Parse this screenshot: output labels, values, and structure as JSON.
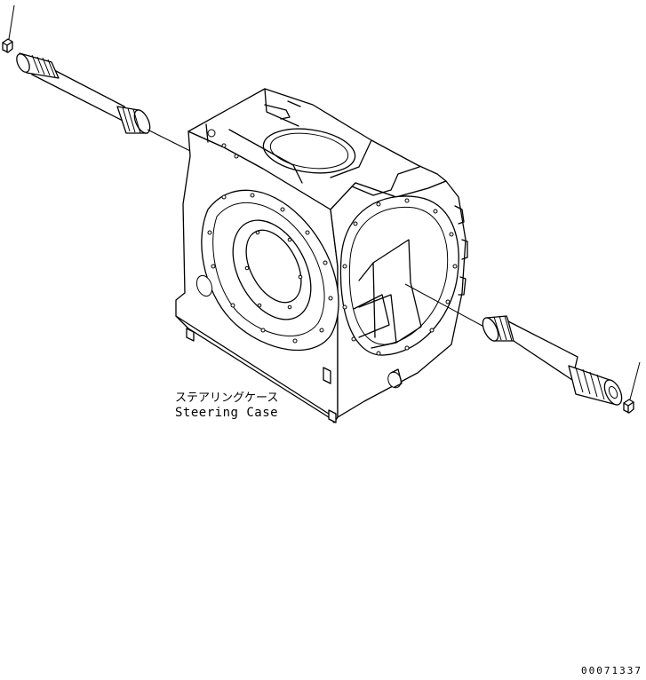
{
  "part": {
    "name_jp": "ステアリングケース",
    "name_en": "Steering Case"
  },
  "drawing_number": "00071337",
  "line_color": "#000000",
  "background_color": "#ffffff"
}
